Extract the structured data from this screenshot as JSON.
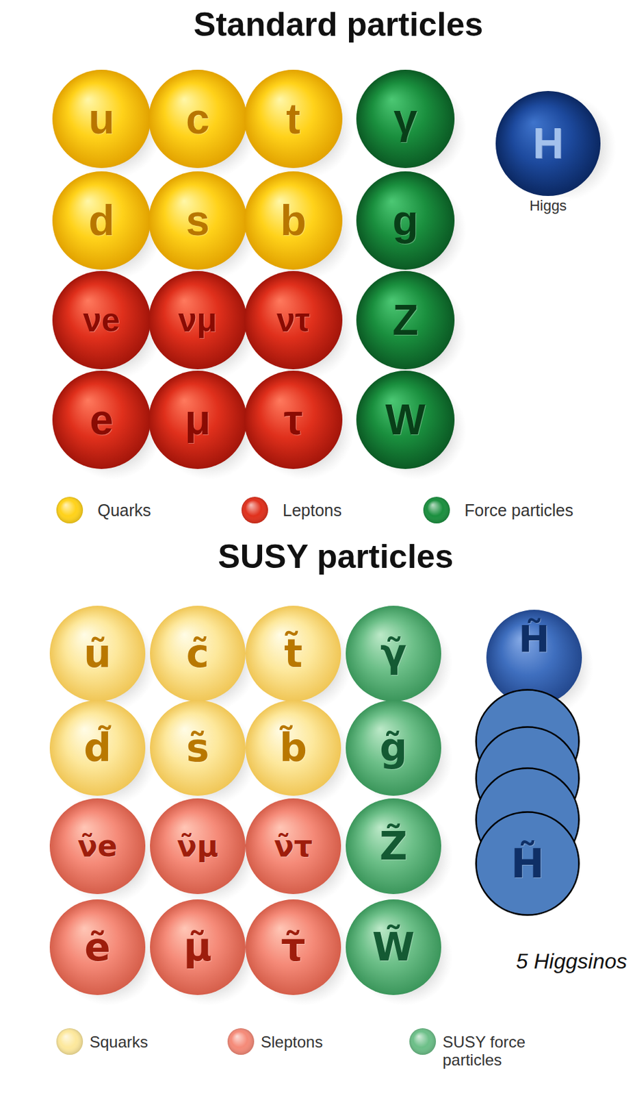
{
  "diagram": {
    "title": "Standard particles",
    "nodes": [
      {
        "text": [
          "u"
        ]
      },
      {
        "text": [
          "c"
        ]
      },
      {
        "text": [
          "t"
        ]
      },
      {
        "text": [
          "γ"
        ]
      },
      {
        "text": [
          "H",
          "Higgs"
        ]
      },
      {
        "text": [
          "d"
        ]
      },
      {
        "text": [
          "s"
        ]
      },
      {
        "text": [
          "b"
        ]
      },
      {
        "text": [
          "g"
        ]
      },
      {
        "text": [
          "νe"
        ]
      },
      {
        "text": [
          "νμ"
        ]
      },
      {
        "text": [
          "ντ"
        ]
      },
      {
        "text": [
          "Z"
        ]
      },
      {
        "text": [
          "e"
        ]
      },
      {
        "text": [
          "μ"
        ]
      },
      {
        "text": [
          "τ"
        ]
      },
      {
        "text": [
          "W"
        ]
      },
      {
        "text": [
          "ũ"
        ]
      },
      {
        "text": [
          "c̃"
        ]
      },
      {
        "text": [
          "t̃"
        ]
      },
      {
        "text": [
          "γ̃"
        ]
      },
      {
        "text": [
          "H̃"
        ]
      },
      {
        "text": [
          "d̃"
        ]
      },
      {
        "text": [
          "s̃"
        ]
      },
      {
        "text": [
          "b̃"
        ]
      },
      {
        "text": [
          "g̃"
        ]
      },
      {
        "text": [
          "ν̃e"
        ]
      },
      {
        "text": [
          "ν̃μ"
        ]
      },
      {
        "text": [
          "ν̃τ"
        ]
      },
      {
        "text": [
          "Z̃"
        ]
      },
      {
        "text": [
          "ẽ"
        ]
      },
      {
        "text": [
          "μ̃"
        ]
      },
      {
        "text": [
          "τ̃"
        ]
      },
      {
        "text": [
          "W̃"
        ]
      },
      {
        "text": [
          "H̃"
        ]
      }
    ],
    "labels": [
      "SUSY particles",
      "5 Higgsinos"
    ],
    "legend": [
      {
        "text": "Quarks",
        "color": "#ffd21a"
      },
      {
        "text": "Leptons",
        "color": "#e0301c"
      },
      {
        "text": "Force particles",
        "color": "#1a8f3e"
      },
      {
        "text": "Squarks",
        "color": "#fde89c"
      },
      {
        "text": "Sleptons",
        "color": "#f58a78"
      },
      {
        "text": "SUSY force particles",
        "color": "#6cbf88"
      }
    ]
  }
}
